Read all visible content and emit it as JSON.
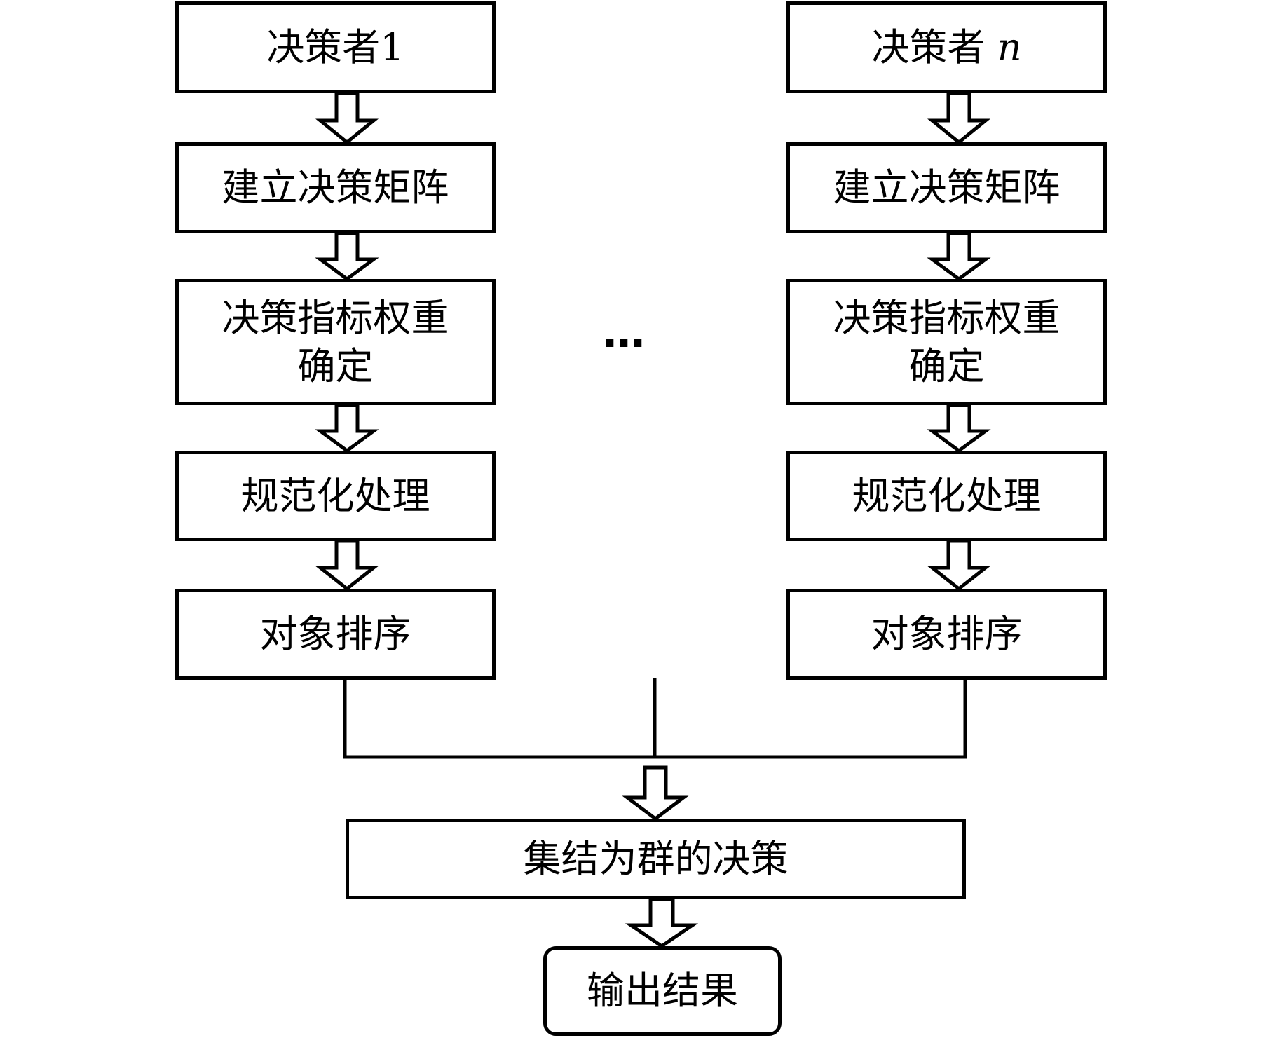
{
  "left_column": {
    "decision_maker": "决策者1",
    "steps": [
      "建立决策矩阵",
      "决策指标权重",
      "确定",
      "规范化处理",
      "对象排序"
    ]
  },
  "right_column": {
    "decision_maker_prefix": "决策者",
    "decision_maker_var": "n",
    "steps": [
      "建立决策矩阵",
      "决策指标权重",
      "确定",
      "规范化处理",
      "对象排序"
    ]
  },
  "ellipsis": "…",
  "aggregate": "集结为群的决策",
  "output": "输出结果"
}
